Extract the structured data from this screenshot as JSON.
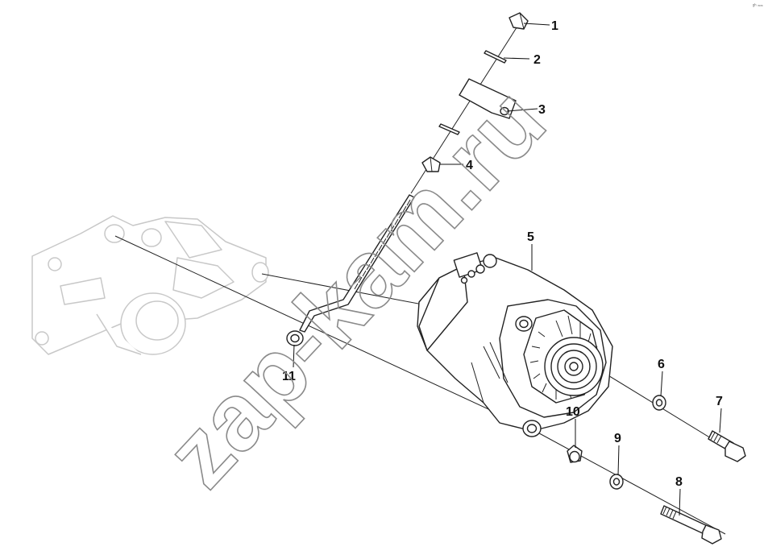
{
  "watermark": "zap-kam.ru",
  "corner_mark": "ᵍʰ ≈≈",
  "callouts": [
    {
      "id": "1",
      "label": "1"
    },
    {
      "id": "2",
      "label": "2"
    },
    {
      "id": "3",
      "label": "3"
    },
    {
      "id": "4",
      "label": "4"
    },
    {
      "id": "5",
      "label": "5"
    },
    {
      "id": "6",
      "label": "6"
    },
    {
      "id": "7",
      "label": "7"
    },
    {
      "id": "8",
      "label": "8"
    },
    {
      "id": "9",
      "label": "9"
    },
    {
      "id": "10",
      "label": "10"
    },
    {
      "id": "11",
      "label": "11"
    }
  ]
}
